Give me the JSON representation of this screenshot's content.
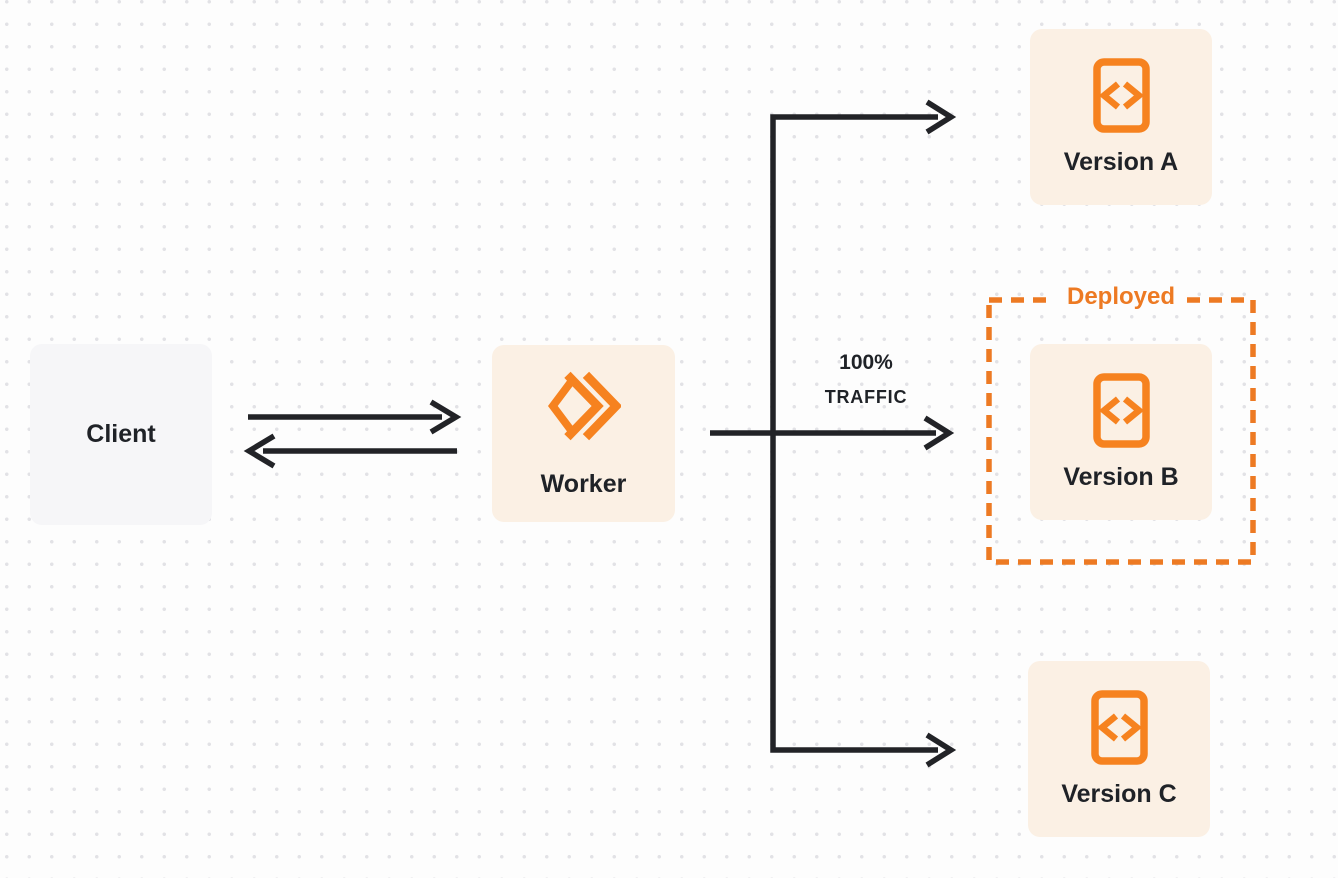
{
  "diagram": {
    "title": "worker-version-traffic-routing",
    "nodes": {
      "client": {
        "label": "Client"
      },
      "worker": {
        "label": "Worker"
      },
      "version_a": {
        "label": "Version A"
      },
      "version_b": {
        "label": "Version B"
      },
      "version_c": {
        "label": "Version C"
      }
    },
    "annotations": {
      "deployed": {
        "label": "Deployed"
      },
      "traffic": {
        "line1": "100%",
        "line2": "TRAFFIC"
      }
    },
    "icons": {
      "worker": "workers-logo-icon",
      "version_a": "code-file-icon",
      "version_b": "code-file-icon",
      "version_c": "code-file-icon"
    },
    "colors": {
      "icon_orange": "#f6821f",
      "deployed_orange": "#ed7a23",
      "node_cream": "#fbf0e4",
      "client_gray": "#f6f6f8",
      "ink": "#222327",
      "background": "#fdfdfd",
      "dot": "#e2e2e6"
    }
  }
}
